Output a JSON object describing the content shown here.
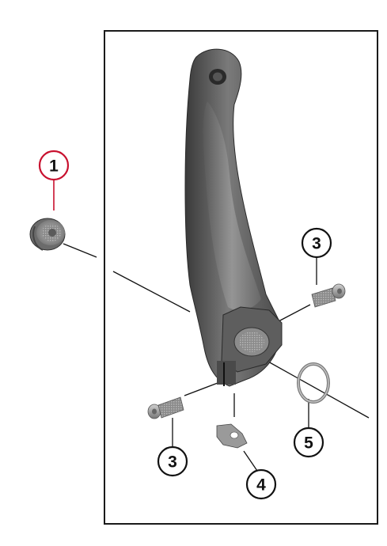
{
  "diagram": {
    "callouts": [
      {
        "label": "1",
        "color": "#c8102e"
      },
      {
        "label": "3",
        "color": "#111111"
      },
      {
        "label": "3",
        "color": "#111111"
      },
      {
        "label": "4",
        "color": "#111111"
      },
      {
        "label": "5",
        "color": "#111111"
      }
    ],
    "parts": [
      {
        "icon": "crank-arm-icon"
      },
      {
        "icon": "crank-cap-icon"
      },
      {
        "icon": "pinch-bolt-icon"
      },
      {
        "icon": "pinch-bolt-icon"
      },
      {
        "icon": "safety-plate-icon"
      },
      {
        "icon": "o-ring-icon"
      }
    ]
  }
}
